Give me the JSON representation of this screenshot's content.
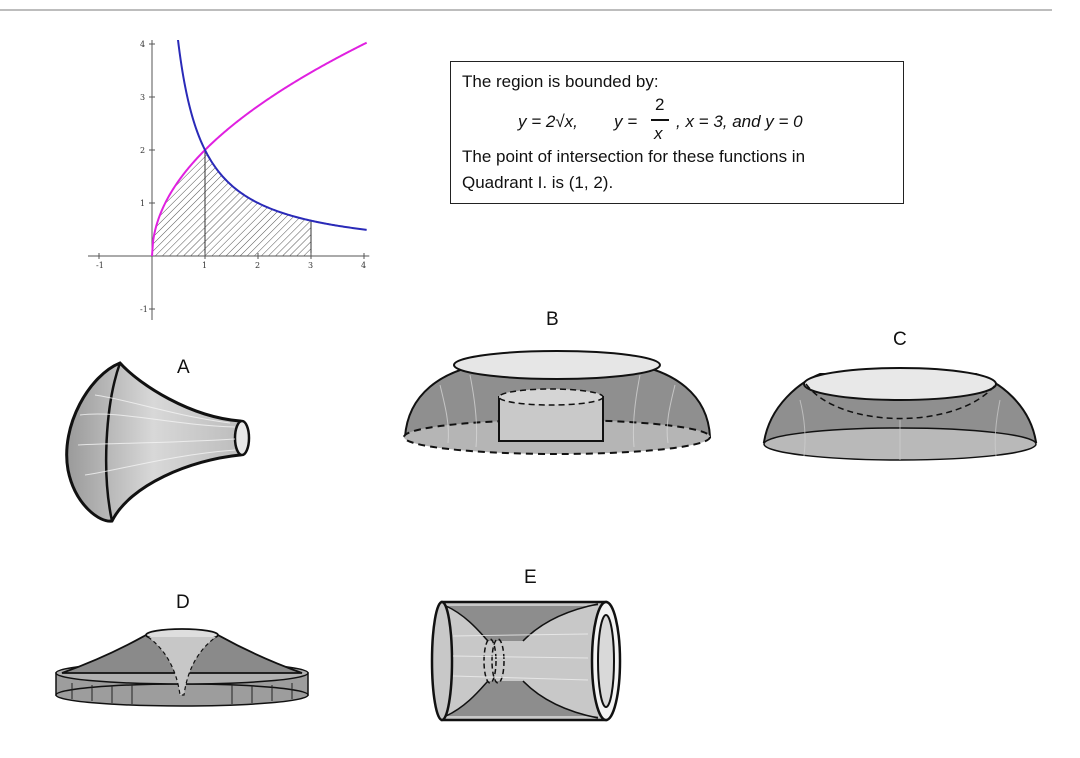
{
  "graph": {
    "xlim": [
      -1,
      4
    ],
    "ylim": [
      -1,
      4
    ],
    "x_ticks": [
      "-1",
      "1",
      "2",
      "3",
      "4"
    ],
    "y_ticks": [
      "-1",
      "1",
      "2",
      "3",
      "4"
    ],
    "curves": [
      {
        "expr": "2*sqrt(x)",
        "color": "#e020e0"
      },
      {
        "expr": "2/x",
        "color": "#2a2ab8"
      }
    ],
    "shaded_region": {
      "x_from": 0,
      "x_to": 3,
      "split_at": 1
    }
  },
  "info": {
    "line1": "The region is bounded by:",
    "eq_a": "y = 2√x,",
    "eq_b_left": "y =",
    "eq_b_num": "2",
    "eq_b_den": "x",
    "eq_c": ", x = 3, and y = 0",
    "line3": "The point of intersection for these functions in",
    "line4": "Quadrant I. is (1, 2)."
  },
  "options": {
    "a": "A",
    "b": "B",
    "c": "C",
    "d": "D",
    "e": "E"
  }
}
